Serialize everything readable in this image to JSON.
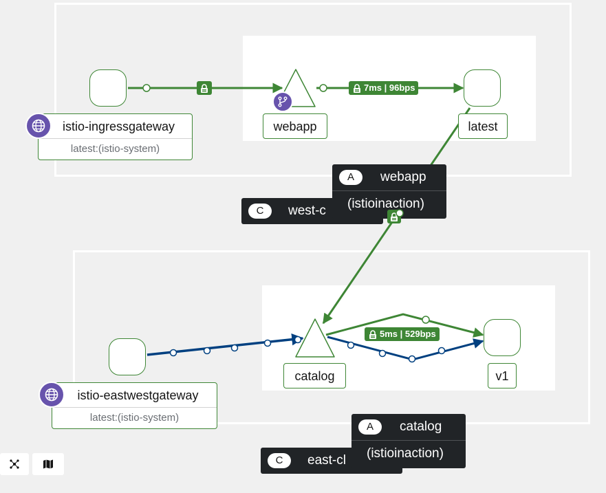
{
  "clusters": {
    "west": {
      "tag_badge": "C",
      "tag_label": "west-c"
    },
    "east": {
      "tag_badge": "C",
      "tag_label": "east-cl"
    }
  },
  "apps": {
    "webapp": {
      "badge": "A",
      "name": "webapp",
      "namespace": "(istioinaction)"
    },
    "catalog": {
      "badge": "A",
      "name": "catalog",
      "namespace": "(istioinaction)"
    }
  },
  "nodes": {
    "ingress": {
      "name": "istio-ingressgateway",
      "sub": "latest:(istio-system)",
      "icon": "globe-icon"
    },
    "webapp_service": {
      "name": "webapp",
      "icon": "branch-icon"
    },
    "latest": {
      "name": "latest"
    },
    "eastwest": {
      "name": "istio-eastwestgateway",
      "sub": "latest:(istio-system)",
      "icon": "globe-icon"
    },
    "catalog_service": {
      "name": "catalog"
    },
    "v1": {
      "name": "v1"
    }
  },
  "edges": {
    "webapp_to_latest": "7ms | 96bps",
    "catalog_to_v1": "5ms | 529bps"
  },
  "colors": {
    "healthy": "#3e8635",
    "tcp": "#004080",
    "badge": "#6753ac",
    "tag_bg": "#212427"
  },
  "toolbar": {
    "layout_icon": "layout-icon",
    "map_icon": "map-icon"
  }
}
